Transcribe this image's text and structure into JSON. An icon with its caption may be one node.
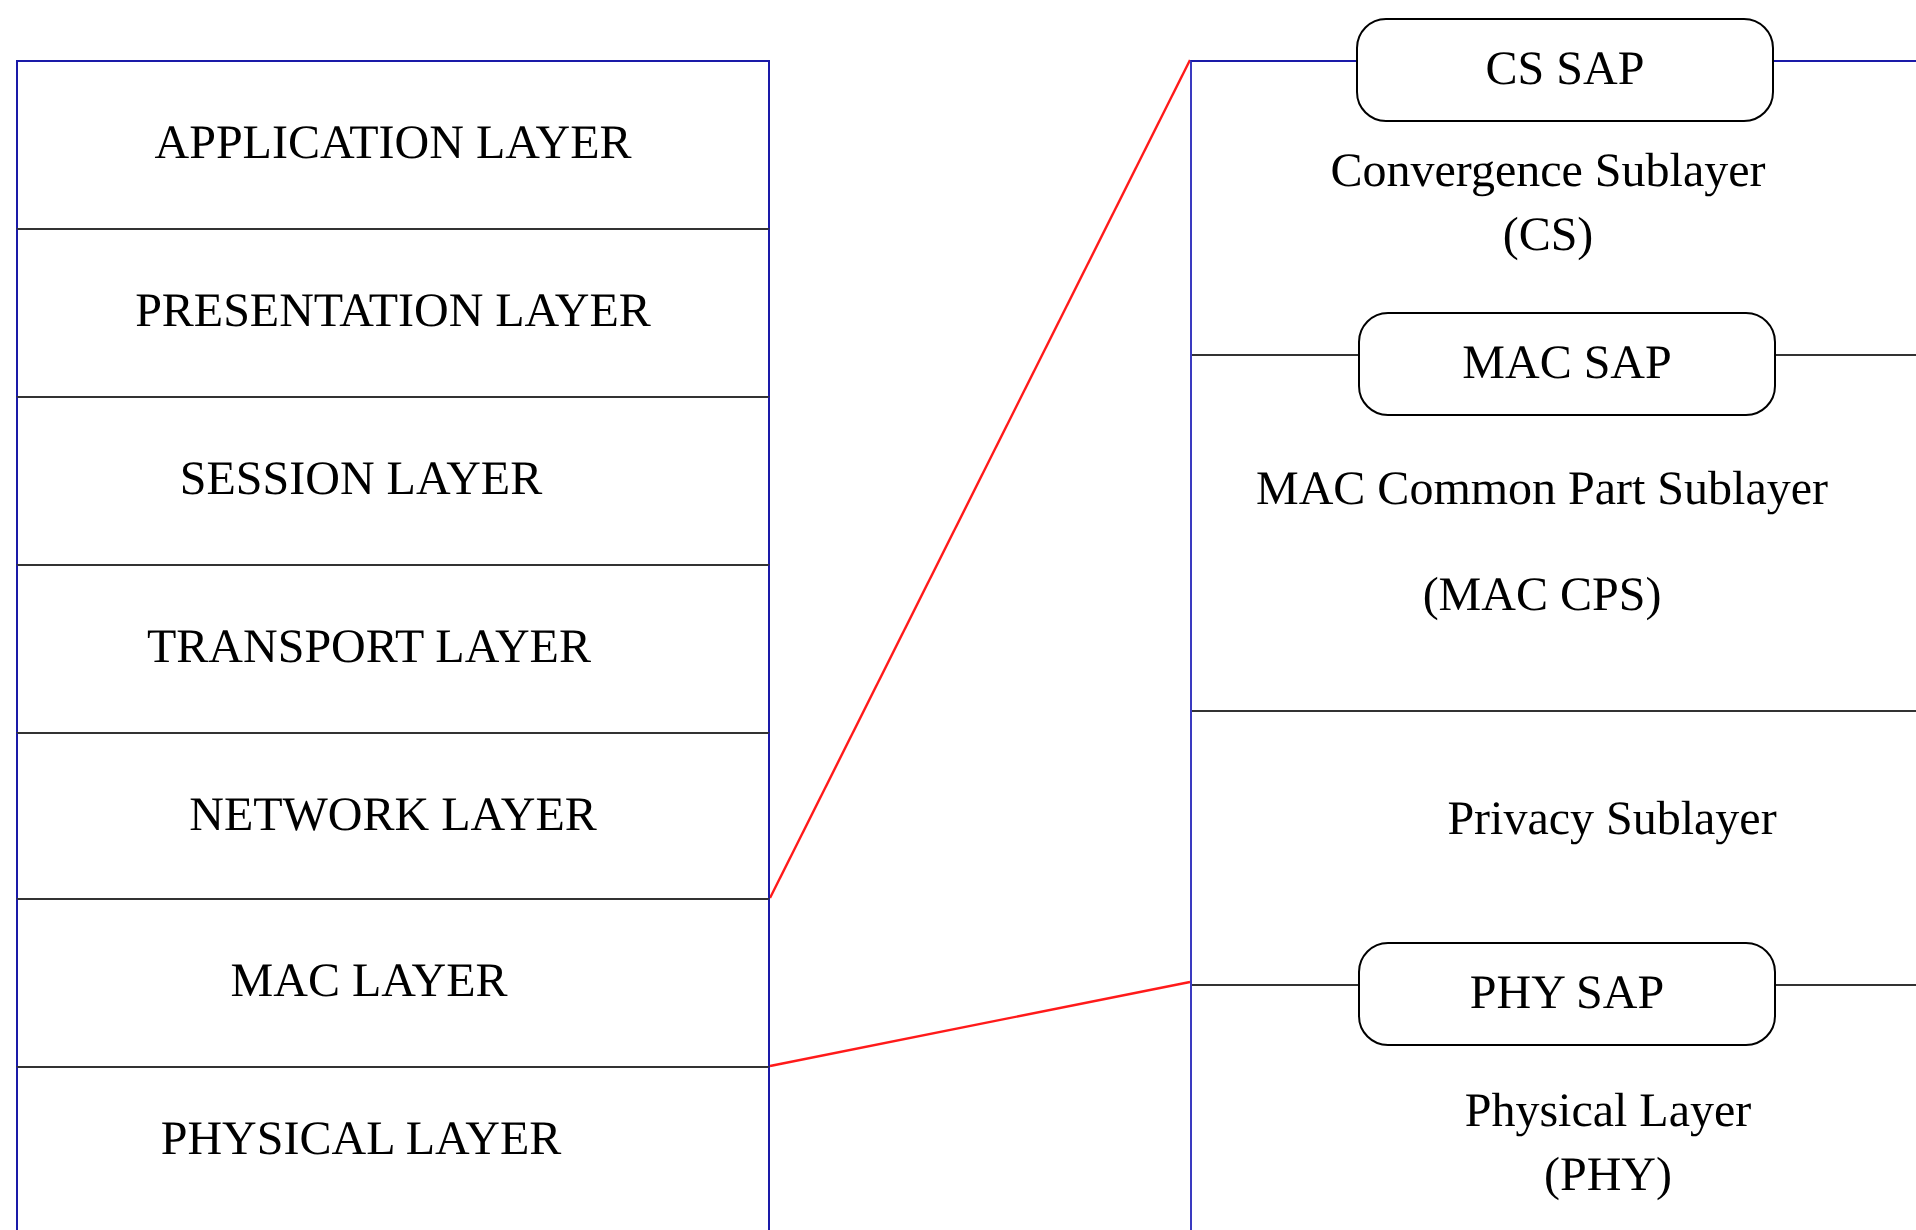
{
  "diagram": {
    "nodes": [
      {
        "text": [
          "APPLICATION LAYER"
        ]
      },
      {
        "text": [
          "PRESENTATION LAYER"
        ]
      },
      {
        "text": [
          "SESSION LAYER"
        ]
      },
      {
        "text": [
          "TRANSPORT LAYER"
        ]
      },
      {
        "text": [
          "NETWORK LAYER"
        ]
      },
      {
        "text": [
          "MAC LAYER"
        ]
      },
      {
        "text": [
          "PHYSICAL LAYER"
        ]
      },
      {
        "text": [],
        "shape": "box"
      },
      {
        "text": [
          "Convergence Sublayer (CS)"
        ],
        "in": 7
      },
      {
        "text": [
          "MAC Common Part Sublayer",
          "(MAC CPS)"
        ],
        "in": 7
      },
      {
        "text": [
          "Privacy Sublayer"
        ],
        "in": 7
      },
      {
        "text": [
          "Physical Layer (PHY)"
        ],
        "in": 7
      },
      {
        "text": [
          "CS SAP"
        ]
      },
      {
        "text": [
          "MAC SAP"
        ],
        "in": 7
      },
      {
        "text": [
          "PHY SAP"
        ],
        "in": 7
      }
    ],
    "edges": [
      {
        "from": 5,
        "to": 7,
        "arrow": "none"
      },
      {
        "from": 5,
        "to": 7,
        "arrow": "none"
      }
    ]
  }
}
